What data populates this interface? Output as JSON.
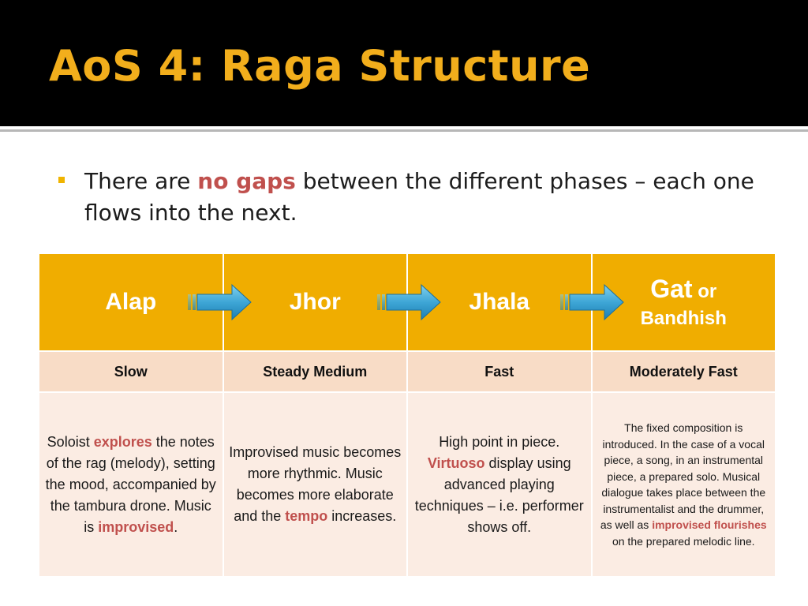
{
  "slide": {
    "title": "AoS 4: Raga Structure",
    "bullet": {
      "part1": "There are ",
      "highlight": "no gaps",
      "part2": " between the different phases – each one flows into the next."
    }
  },
  "colors": {
    "accent": "#f0ad00",
    "highlight": "#c0504d",
    "arrow": "#4aaedb"
  },
  "icons": [
    "right-arrow-icon"
  ],
  "table": {
    "phases": [
      {
        "name": "Alap",
        "tempo": "Slow"
      },
      {
        "name": "Jhor",
        "tempo": "Steady Medium"
      },
      {
        "name": "Jhala",
        "tempo": "Fast"
      },
      {
        "name": "Gat",
        "or": " or",
        "alt": "Bandhish",
        "tempo": "Moderately Fast"
      }
    ],
    "descriptions": {
      "alap": {
        "t1": "Soloist ",
        "h1": "explores",
        "t2": " the notes of the rag (melody), setting the mood, accompanied by the tambura drone. Music is ",
        "h2": "improvised",
        "t3": "."
      },
      "jhor": {
        "t1": "Improvised music becomes more rhythmic. Music becomes more elaborate and the ",
        "h1": "tempo",
        "t2": " increases."
      },
      "jhala": {
        "t1": "High point in piece. ",
        "h1": "Virtuoso",
        "t2": " display using advanced playing techniques – i.e. performer shows off."
      },
      "gat": {
        "t1": "The fixed composition is introduced. In the case of a vocal piece, a song, in an instrumental piece, a prepared solo. Musical dialogue takes place between the instrumentalist and the drummer, as well as ",
        "h1": "improvised flourishes",
        "t2": " on the prepared melodic line."
      }
    }
  }
}
